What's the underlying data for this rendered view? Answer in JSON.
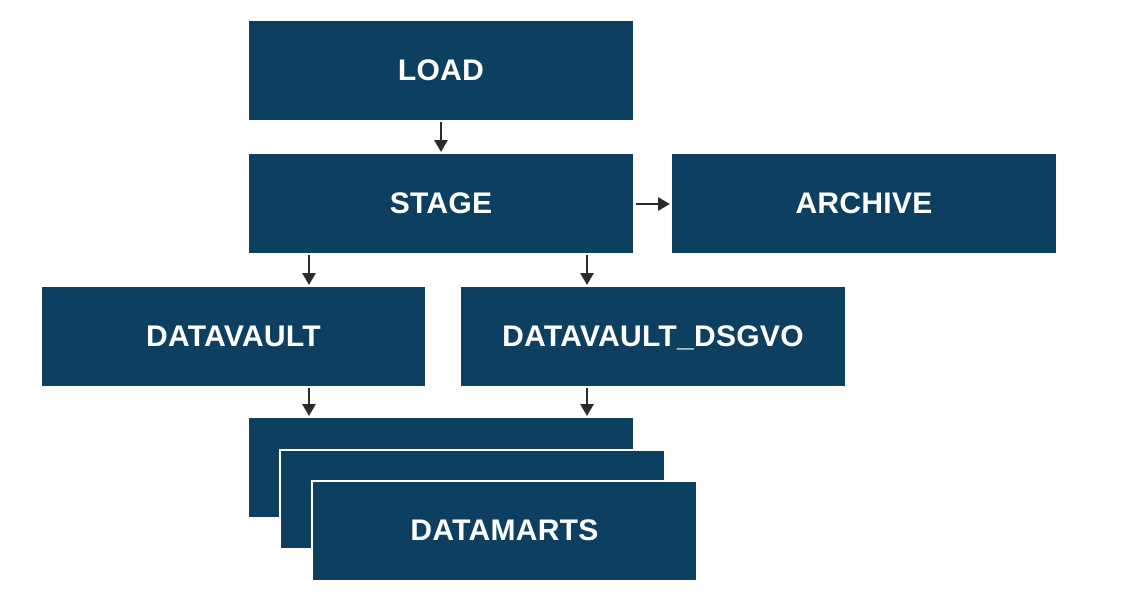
{
  "nodes": {
    "load": "LOAD",
    "stage": "STAGE",
    "archive": "ARCHIVE",
    "datavault": "DATAVAULT",
    "datavault_dsgvo": "DATAVAULT_DSGVO",
    "datamarts": "DATAMARTS"
  },
  "edges": [
    {
      "from": "LOAD",
      "to": "STAGE"
    },
    {
      "from": "STAGE",
      "to": "ARCHIVE"
    },
    {
      "from": "STAGE",
      "to": "DATAVAULT"
    },
    {
      "from": "STAGE",
      "to": "DATAVAULT_DSGVO"
    },
    {
      "from": "DATAVAULT",
      "to": "DATAMARTS"
    },
    {
      "from": "DATAVAULT_DSGVO",
      "to": "DATAMARTS"
    }
  ],
  "colors": {
    "box_fill": "#0d4060",
    "box_text": "#ffffff",
    "arrow": "#2b2b2b"
  }
}
